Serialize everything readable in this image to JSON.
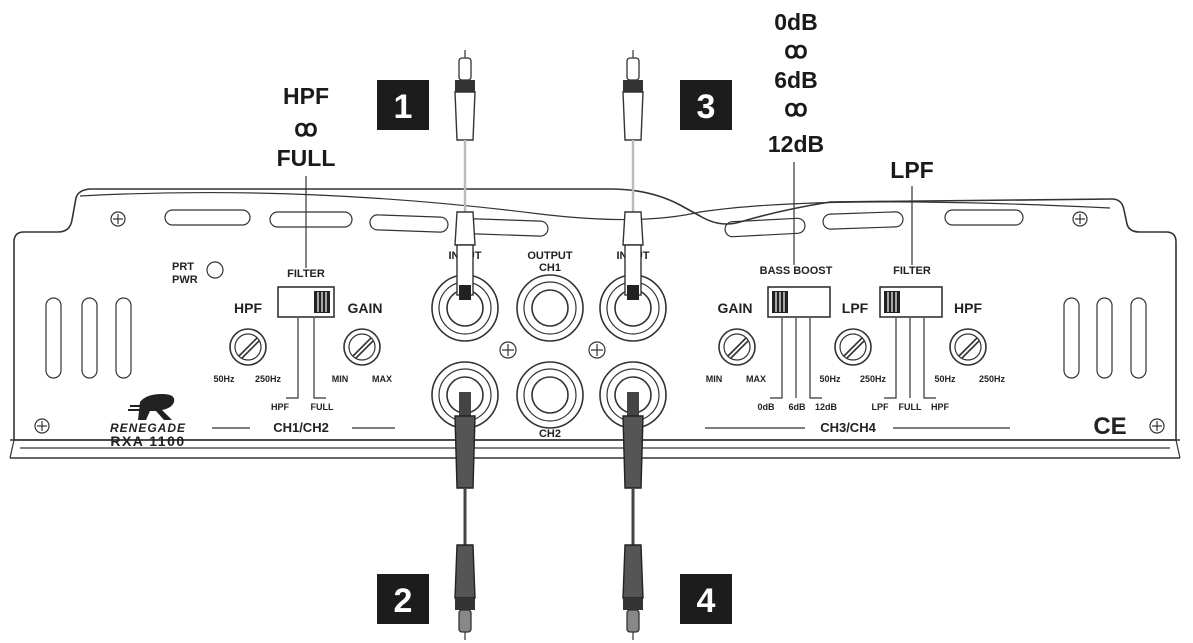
{
  "callouts": {
    "filter_left": {
      "top": "HPF",
      "link": "ꝏ",
      "bottom": "FULL"
    },
    "bass_boost": {
      "a": "0dB",
      "link1": "ꝏ",
      "b": "6dB",
      "link2": "ꝏ",
      "c": "12dB"
    },
    "filter_right": {
      "label": "LPF"
    }
  },
  "numbers": [
    "1",
    "2",
    "3",
    "4"
  ],
  "panel": {
    "prt": "PRT",
    "pwr": "PWR",
    "left": {
      "filter_label": "FILTER",
      "hpf_label": "HPF",
      "gain_label": "GAIN",
      "hpf_min": "50Hz",
      "hpf_max": "250Hz",
      "gain_min": "MIN",
      "gain_max": "MAX",
      "sw_a": "HPF",
      "sw_b": "FULL",
      "section": "CH1/CH2"
    },
    "center": {
      "input_left": "INPUT",
      "output": "OUTPUT",
      "output_ch": "CH1",
      "input_right": "INPUT",
      "ch2": "CH2"
    },
    "right": {
      "bass_label": "BASS BOOST",
      "filter_label": "FILTER",
      "gain_label": "GAIN",
      "lpf_label": "LPF",
      "hpf_label": "HPF",
      "gain_min": "MIN",
      "gain_max": "MAX",
      "lpf_min": "50Hz",
      "lpf_max": "250Hz",
      "hpf_min": "50Hz",
      "hpf_max": "250Hz",
      "boost_a": "0dB",
      "boost_b": "6dB",
      "boost_c": "12dB",
      "sw_a": "LPF",
      "sw_b": "FULL",
      "sw_c": "HPF",
      "section": "CH3/CH4"
    },
    "brand": "RENEGADE",
    "model": "RXA 1100",
    "ce": "CE"
  }
}
